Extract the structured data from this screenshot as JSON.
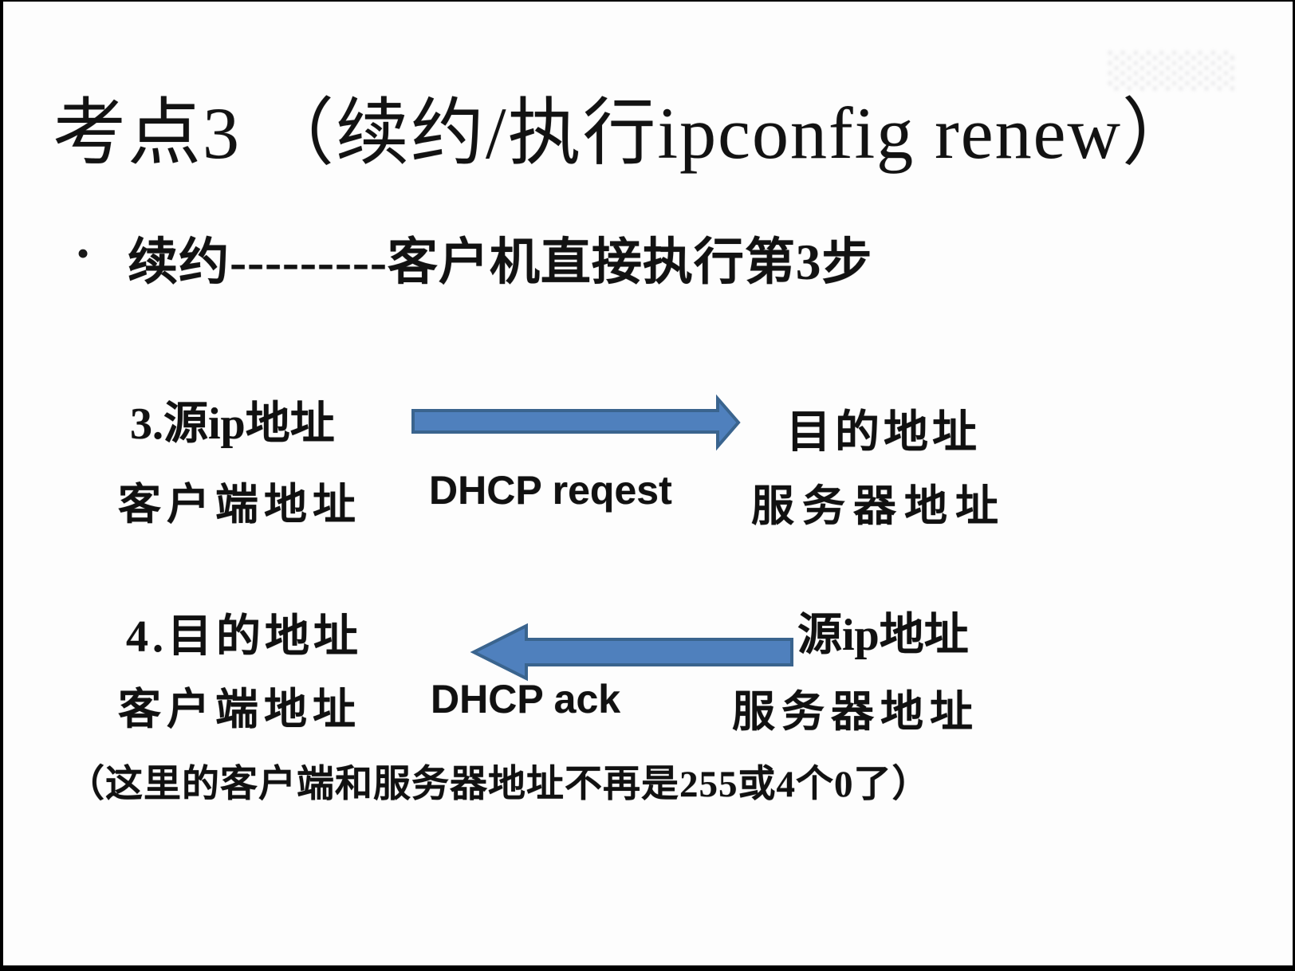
{
  "title": "考点3 （续约/执行ipconfig renew）",
  "bullet": {
    "marker": "•",
    "text": "续约---------客户机直接执行第3步"
  },
  "diagram": {
    "step3": {
      "source_line1": "3.源ip地址",
      "source_line2": "客户端地址",
      "message": "DHCP reqest",
      "dest_line1": "目的地址",
      "dest_line2": "服务器地址",
      "arrow_direction": "right"
    },
    "step4": {
      "dest_line1": "4.目的地址",
      "dest_line2": "客户端地址",
      "message": "DHCP ack",
      "source_line1": "源ip地址",
      "source_line2": "服务器地址",
      "arrow_direction": "left"
    }
  },
  "note": "（这里的客户端和服务器地址不再是255或4个0了）",
  "watermark": "░░░░░",
  "colors": {
    "arrow_fill": "#4F80BD",
    "arrow_stroke": "#3A648E",
    "text": "#141414",
    "background": "#fdfdfd",
    "frame": "#000000"
  }
}
